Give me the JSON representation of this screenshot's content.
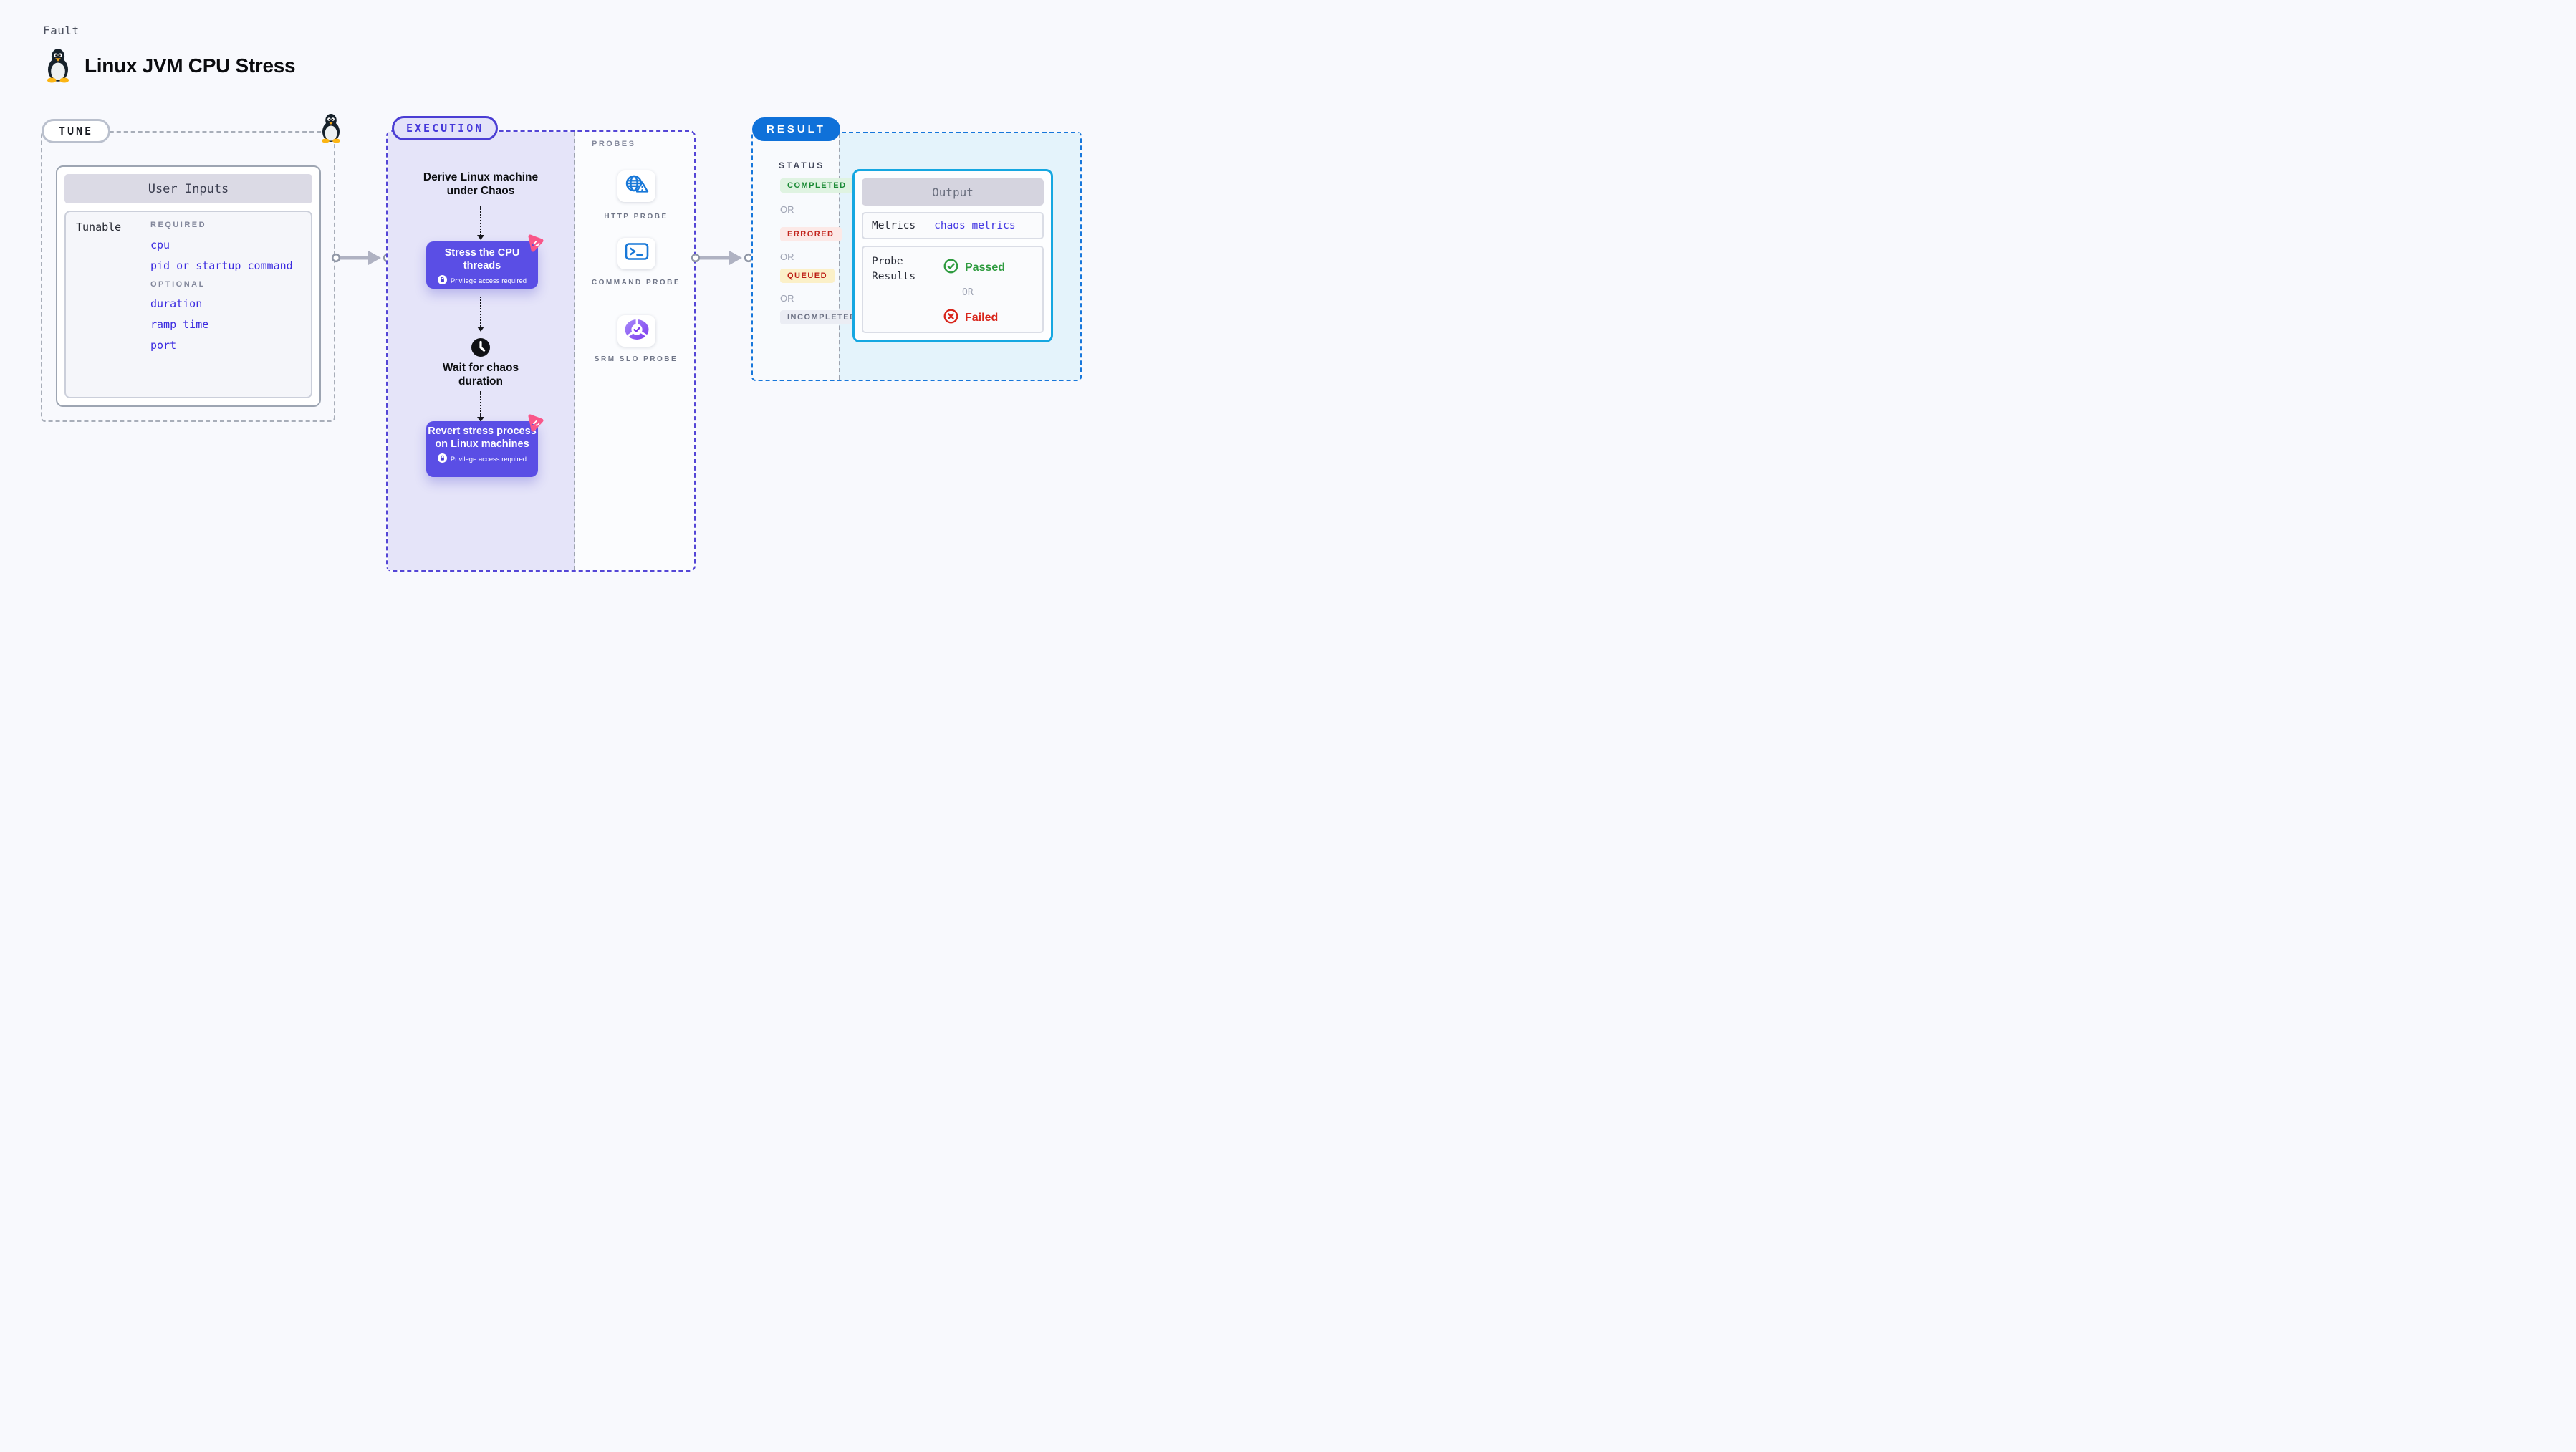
{
  "header": {
    "fault_label": "Fault",
    "title": "Linux JVM CPU Stress",
    "title_icon": "tux-penguin"
  },
  "tune": {
    "badge": "TUNE",
    "table_title": "User Inputs",
    "row_label": "Tunable",
    "required_label": "REQUIRED",
    "required_items": [
      "cpu",
      "pid or startup command"
    ],
    "optional_label": "OPTIONAL",
    "optional_items": [
      "duration",
      "ramp time",
      "port"
    ]
  },
  "execution": {
    "badge": "EXECUTION",
    "derive_step": "Derive Linux machine under Chaos",
    "stress_step": {
      "title": "Stress the CPU threads",
      "note": "Privilege access required"
    },
    "wait_step": "Wait for chaos duration",
    "revert_step": {
      "title": "Revert stress process on Linux machines",
      "note": "Privilege access required"
    }
  },
  "probes": {
    "label": "PROBES",
    "items": [
      {
        "name": "HTTP PROBE",
        "icon": "globe-alert-icon"
      },
      {
        "name": "COMMAND PROBE",
        "icon": "terminal-icon"
      },
      {
        "name": "SRM SLO PROBE",
        "icon": "slo-donut-check-icon"
      }
    ]
  },
  "result": {
    "badge": "RESULT",
    "status_label": "STATUS",
    "or_label": "OR",
    "statuses": [
      {
        "label": "COMPLETED",
        "text_color": "#1B8A35",
        "bg": "#DFF3E1"
      },
      {
        "label": "ERRORED",
        "text_color": "#C2251E",
        "bg": "#FCE9E7"
      },
      {
        "label": "QUEUED",
        "text_color": "#BC1D15",
        "bg": "#FBF0C8"
      },
      {
        "label": "INCOMPLETED",
        "text_color": "#6B7083",
        "bg": "#EBEDF4"
      }
    ],
    "output": {
      "title": "Output",
      "metrics_label": "Metrics",
      "metrics_value": "chaos metrics",
      "probe_results_label": "Probe Results",
      "passed_label": "Passed",
      "failed_label": "Failed"
    }
  },
  "colors": {
    "page_bg": "#F8F9FD",
    "node_indigo": "#5A4EE5",
    "execution_accent": "#4B3ED4",
    "execution_panel": "#E5E4F9",
    "result_accent": "#0F71D9",
    "output_border": "#15A7E1",
    "output_panel": "#E4F3FB",
    "probe_icon_blue": "#1878D8",
    "chaos_pink": "#F95689",
    "passed_green": "#2E9B3F",
    "failed_red": "#D8251B",
    "tunable_blue": "#3B2BE0"
  }
}
